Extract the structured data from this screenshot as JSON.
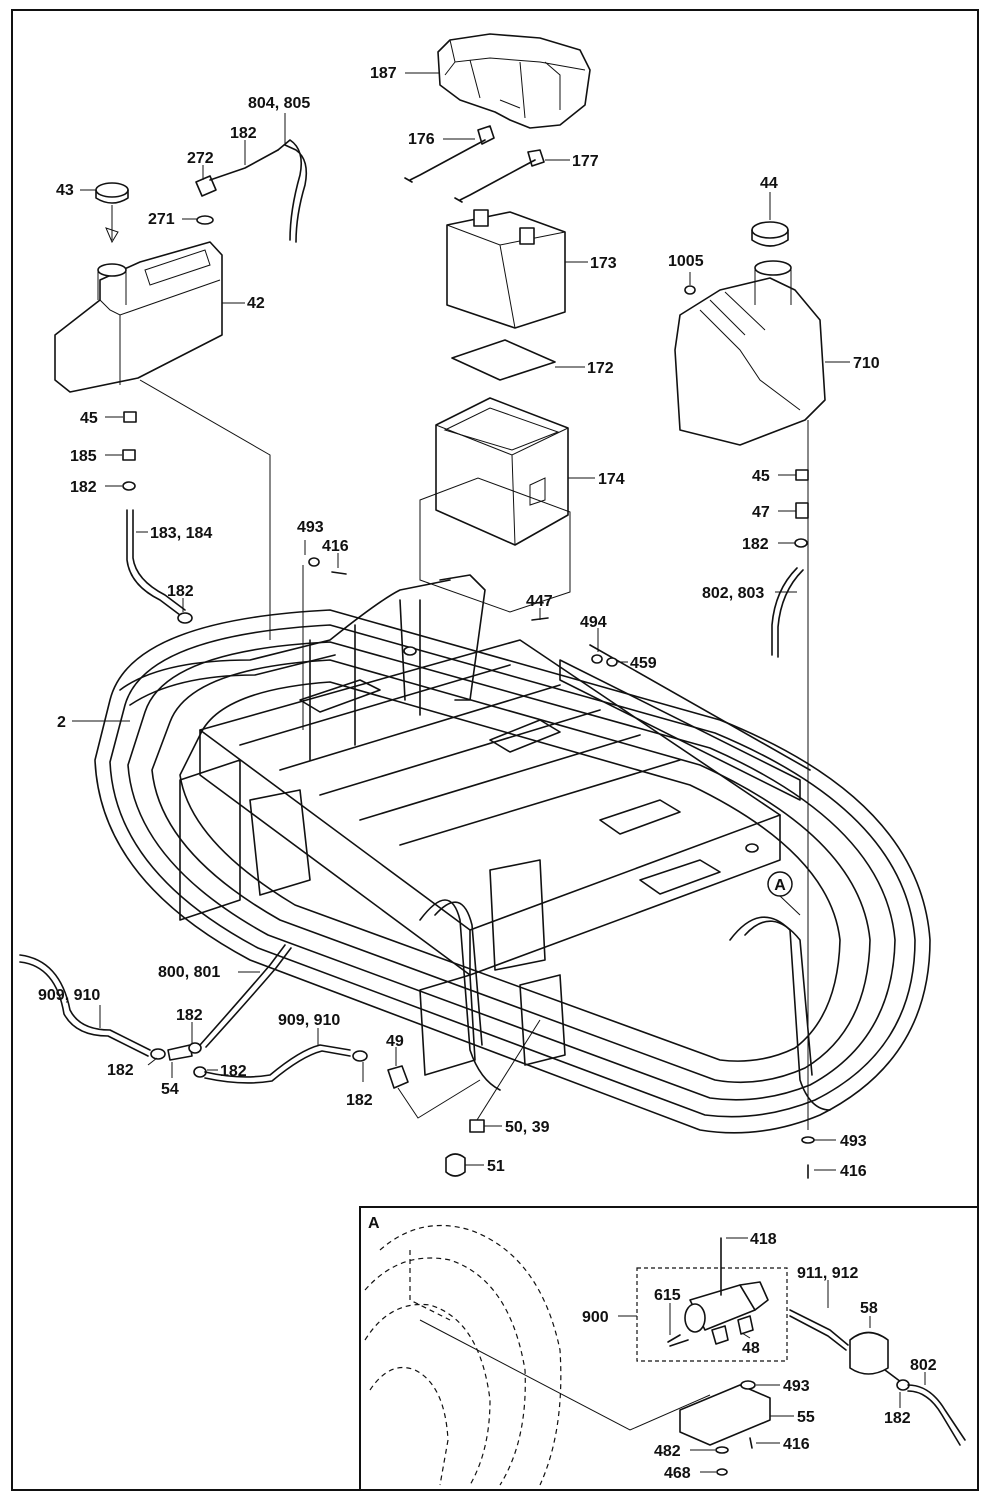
{
  "labels": [
    {
      "id": "l187",
      "text": "187"
    },
    {
      "id": "l804",
      "text": "804, 805"
    },
    {
      "id": "l182a",
      "text": "182"
    },
    {
      "id": "l272",
      "text": "272"
    },
    {
      "id": "l43",
      "text": "43"
    },
    {
      "id": "l271",
      "text": "271"
    },
    {
      "id": "l176",
      "text": "176"
    },
    {
      "id": "l177",
      "text": "177"
    },
    {
      "id": "l44",
      "text": "44"
    },
    {
      "id": "l1005",
      "text": "1005"
    },
    {
      "id": "l173",
      "text": "173"
    },
    {
      "id": "l42",
      "text": "42"
    },
    {
      "id": "l710",
      "text": "710"
    },
    {
      "id": "l172",
      "text": "172"
    },
    {
      "id": "l45a",
      "text": "45"
    },
    {
      "id": "l185",
      "text": "185"
    },
    {
      "id": "l182b",
      "text": "182"
    },
    {
      "id": "l174",
      "text": "174"
    },
    {
      "id": "l45b",
      "text": "45"
    },
    {
      "id": "l47",
      "text": "47"
    },
    {
      "id": "l183",
      "text": "183, 184"
    },
    {
      "id": "l493a",
      "text": "493"
    },
    {
      "id": "l416a",
      "text": "416"
    },
    {
      "id": "l182c",
      "text": "182"
    },
    {
      "id": "l182d",
      "text": "182"
    },
    {
      "id": "l802",
      "text": "802, 803"
    },
    {
      "id": "l447",
      "text": "447"
    },
    {
      "id": "l494",
      "text": "494"
    },
    {
      "id": "l459",
      "text": "459"
    },
    {
      "id": "l2",
      "text": "2"
    },
    {
      "id": "l800",
      "text": "800, 801"
    },
    {
      "id": "l909a",
      "text": "909, 910"
    },
    {
      "id": "l182e",
      "text": "182"
    },
    {
      "id": "l909b",
      "text": "909, 910"
    },
    {
      "id": "l49",
      "text": "49"
    },
    {
      "id": "l182f",
      "text": "182"
    },
    {
      "id": "l182g",
      "text": "182"
    },
    {
      "id": "l54",
      "text": "54"
    },
    {
      "id": "l182h",
      "text": "182"
    },
    {
      "id": "l50",
      "text": "50, 39"
    },
    {
      "id": "l51",
      "text": "51"
    },
    {
      "id": "l493b",
      "text": "493"
    },
    {
      "id": "l416b",
      "text": "416"
    },
    {
      "id": "l418",
      "text": "418"
    },
    {
      "id": "l911",
      "text": "911, 912"
    },
    {
      "id": "l615",
      "text": "615"
    },
    {
      "id": "l58",
      "text": "58"
    },
    {
      "id": "l900",
      "text": "900"
    },
    {
      "id": "l48",
      "text": "48"
    },
    {
      "id": "l802b",
      "text": "802"
    },
    {
      "id": "l493c",
      "text": "493"
    },
    {
      "id": "l55",
      "text": "55"
    },
    {
      "id": "l182i",
      "text": "182"
    },
    {
      "id": "l482",
      "text": "482"
    },
    {
      "id": "l416c",
      "text": "416"
    },
    {
      "id": "l468",
      "text": "468"
    }
  ],
  "callouts": {
    "main_marker": "A",
    "detail_title": "A"
  }
}
